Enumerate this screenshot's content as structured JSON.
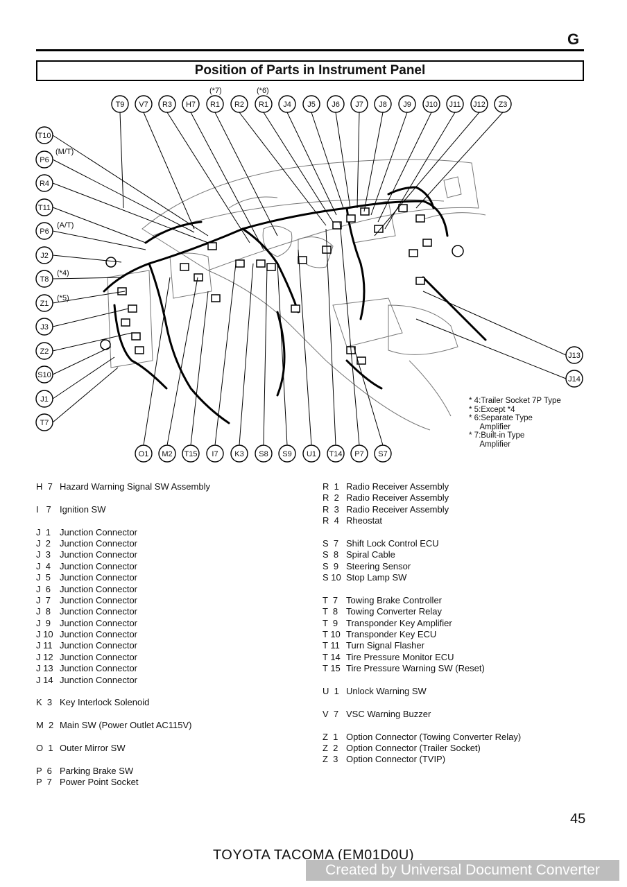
{
  "header": {
    "section_letter": "G",
    "title": "Position of Parts in Instrument Panel"
  },
  "diagram": {
    "top_labels": [
      "T9",
      "V7",
      "R3",
      "H7",
      "R1",
      "R2",
      "R1",
      "J4",
      "J5",
      "J6",
      "J7",
      "J8",
      "J9",
      "J10",
      "J11",
      "J12",
      "Z3"
    ],
    "top_notes": [
      "(*7)",
      "(*6)"
    ],
    "left_labels": [
      "T10",
      "P6",
      "R4",
      "T11",
      "P6",
      "J2",
      "T8",
      "Z1",
      "J3",
      "Z2",
      "S10",
      "J1",
      "T7"
    ],
    "left_notes": [
      "(M/T)",
      "(A/T)",
      "(*4)",
      "(*5)"
    ],
    "right_labels": [
      "J13",
      "J14"
    ],
    "bottom_labels": [
      "O1",
      "M2",
      "T15",
      "I7",
      "K3",
      "S8",
      "S9",
      "U1",
      "T14",
      "P7",
      "S7"
    ]
  },
  "notes": [
    "* 4:Trailer Socket 7P Type",
    "* 5:Except *4",
    "* 6:Separate Type",
    "     Amplifier",
    "* 7:Built-in Type",
    "     Amplifier"
  ],
  "parts_left": [
    {
      "code": "H  7",
      "name": "Hazard Warning Signal SW Assembly"
    },
    {
      "gap": true
    },
    {
      "code": "I   7",
      "name": "Ignition SW"
    },
    {
      "gap": true
    },
    {
      "code": "J  1",
      "name": "Junction Connector"
    },
    {
      "code": "J  2",
      "name": "Junction Connector"
    },
    {
      "code": "J  3",
      "name": "Junction Connector"
    },
    {
      "code": "J  4",
      "name": "Junction Connector"
    },
    {
      "code": "J  5",
      "name": "Junction Connector"
    },
    {
      "code": "J  6",
      "name": "Junction Connector"
    },
    {
      "code": "J  7",
      "name": "Junction Connector"
    },
    {
      "code": "J  8",
      "name": "Junction Connector"
    },
    {
      "code": "J  9",
      "name": "Junction Connector"
    },
    {
      "code": "J 10",
      "name": "Junction Connector"
    },
    {
      "code": "J 11",
      "name": "Junction Connector"
    },
    {
      "code": "J 12",
      "name": "Junction Connector"
    },
    {
      "code": "J 13",
      "name": "Junction Connector"
    },
    {
      "code": "J 14",
      "name": "Junction Connector"
    },
    {
      "gap": true
    },
    {
      "code": "K  3",
      "name": "Key Interlock Solenoid"
    },
    {
      "gap": true
    },
    {
      "code": "M  2",
      "name": "Main SW (Power Outlet AC115V)"
    },
    {
      "gap": true
    },
    {
      "code": "O  1",
      "name": "Outer Mirror SW"
    },
    {
      "gap": true
    },
    {
      "code": "P  6",
      "name": "Parking Brake SW"
    },
    {
      "code": "P  7",
      "name": "Power Point Socket"
    }
  ],
  "parts_right": [
    {
      "code": "R  1",
      "name": "Radio Receiver Assembly"
    },
    {
      "code": "R  2",
      "name": "Radio Receiver Assembly"
    },
    {
      "code": "R  3",
      "name": "Radio Receiver Assembly"
    },
    {
      "code": "R  4",
      "name": "Rheostat"
    },
    {
      "gap": true
    },
    {
      "code": "S  7",
      "name": "Shift Lock Control ECU"
    },
    {
      "code": "S  8",
      "name": "Spiral Cable"
    },
    {
      "code": "S  9",
      "name": "Steering Sensor"
    },
    {
      "code": "S 10",
      "name": "Stop Lamp SW"
    },
    {
      "gap": true
    },
    {
      "code": "T  7",
      "name": "Towing Brake Controller"
    },
    {
      "code": "T  8",
      "name": "Towing Converter Relay"
    },
    {
      "code": "T  9",
      "name": "Transponder Key Amplifier"
    },
    {
      "code": "T 10",
      "name": "Transponder Key ECU"
    },
    {
      "code": "T 11",
      "name": "Turn Signal Flasher"
    },
    {
      "code": "T 14",
      "name": "Tire Pressure Monitor ECU"
    },
    {
      "code": "T 15",
      "name": "Tire Pressure Warning SW (Reset)"
    },
    {
      "gap": true
    },
    {
      "code": "U  1",
      "name": "Unlock Warning SW"
    },
    {
      "gap": true
    },
    {
      "code": "V  7",
      "name": "VSC Warning Buzzer"
    },
    {
      "gap": true
    },
    {
      "code": "Z  1",
      "name": "Option Connector (Towing Converter Relay)"
    },
    {
      "code": "Z  2",
      "name": "Option Connector (Trailer Socket)"
    },
    {
      "code": "Z  3",
      "name": "Option Connector (TVIP)"
    }
  ],
  "page_number": "45",
  "footer": "TOYOTA TACOMA (EM01D0U)",
  "watermark": "Created by Universal Document Converter"
}
